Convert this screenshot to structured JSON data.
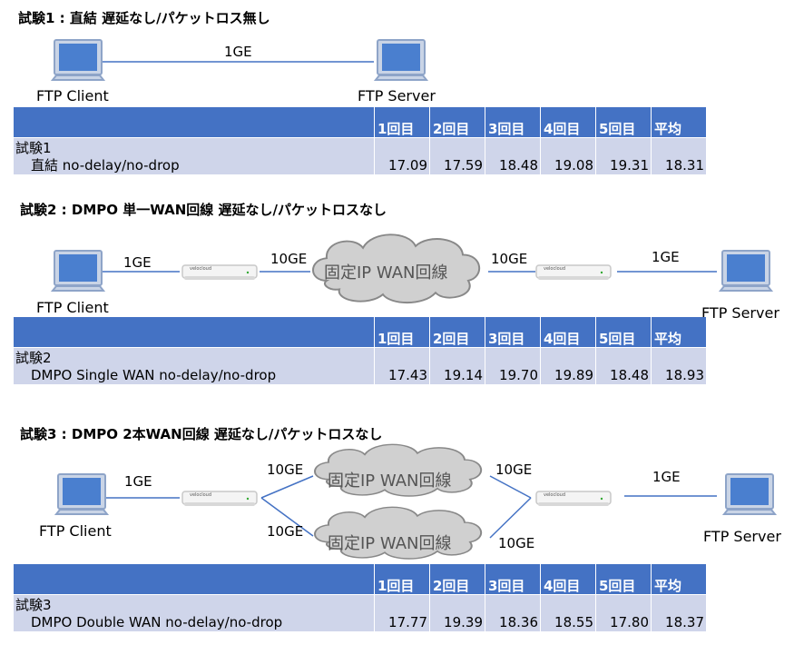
{
  "tests": [
    {
      "title": "試験1 : 直結 遅延なし/パケットロス無し",
      "client": "FTP Client",
      "server": "FTP Server",
      "link": "1GE",
      "row_line1": "試験1",
      "row_line2": "直結 no-delay/no-drop",
      "values": [
        "17.09",
        "17.59",
        "18.48",
        "19.08",
        "19.31",
        "18.31"
      ]
    },
    {
      "title": "試験2 : DMPO 単一WAN回線 遅延なし/パケットロスなし",
      "client": "FTP Client",
      "server": "FTP Server",
      "link_left": "1GE",
      "link_mid_left": "10GE",
      "cloud": "固定IP WAN回線",
      "link_mid_right": "10GE",
      "link_right": "1GE",
      "device_brand": "velocloud",
      "row_line1": "試験2",
      "row_line2": "DMPO Single WAN no-delay/no-drop",
      "values": [
        "17.43",
        "19.14",
        "19.70",
        "19.89",
        "18.48",
        "18.93"
      ]
    },
    {
      "title": "試験3 : DMPO 2本WAN回線 遅延なし/パケットロスなし",
      "client": "FTP Client",
      "server": "FTP Server",
      "link_left": "1GE",
      "link_up_left": "10GE",
      "link_down_left": "10GE",
      "cloud_top": "固定IP WAN回線",
      "cloud_bottom": "固定IP WAN回線",
      "link_up_right": "10GE",
      "link_down_right": "10GE",
      "link_right": "1GE",
      "device_brand": "velocloud",
      "row_line1": "試験3",
      "row_line2": "DMPO Double WAN no-delay/no-drop",
      "values": [
        "17.77",
        "19.39",
        "18.36",
        "18.55",
        "17.80",
        "18.37"
      ]
    }
  ],
  "columns": [
    "1回目",
    "2回目",
    "3回目",
    "4回目",
    "5回目",
    "平均"
  ],
  "colors": {
    "header": "#4472c4",
    "row": "#cfd5ea",
    "link": "#4472c4",
    "cloud_fill": "#d0d0d0",
    "cloud_stroke": "#888888"
  }
}
